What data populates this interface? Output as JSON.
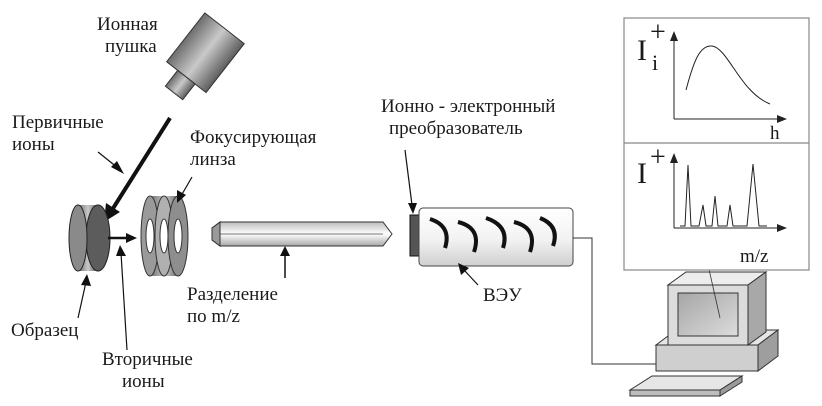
{
  "labels": {
    "ion_gun_1": "Ионная",
    "ion_gun_2": "пушка",
    "primary_ions_1": "Первичные",
    "primary_ions_2": "ионы",
    "focusing_lens_1": "Фокусирующая",
    "focusing_lens_2": "линза",
    "converter_1": "Ионно - электронный",
    "converter_2": "преобразователь",
    "separation_1": "Разделение",
    "separation_2": "по m/z",
    "veu": "ВЭУ",
    "sample": "Образец",
    "secondary_ions_1": "Вторичные",
    "secondary_ions_2": "ионы"
  },
  "plots": {
    "top": {
      "ylabel_main": "I",
      "ylabel_sub": "i",
      "ylabel_sup": "+",
      "xlabel": "h"
    },
    "bottom": {
      "ylabel_main": "I",
      "ylabel_sup": "+",
      "xlabel": "m/z"
    }
  }
}
